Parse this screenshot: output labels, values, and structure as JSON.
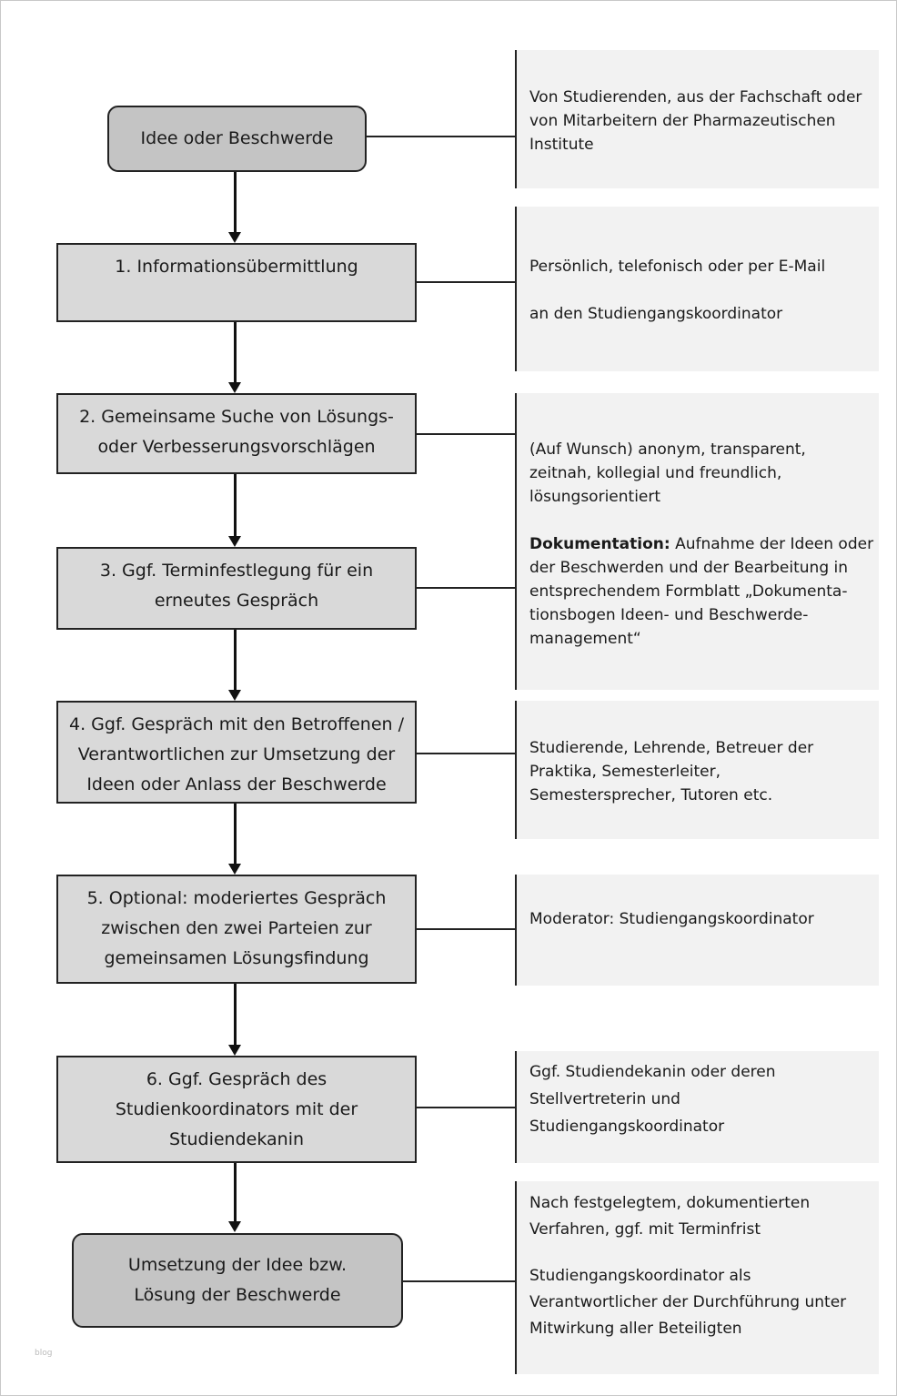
{
  "steps": {
    "start": [
      "Idee oder Beschwerde"
    ],
    "s1": [
      "1. Informationsübermittlung"
    ],
    "s2": [
      "2. Gemeinsame Suche von Lösungs-",
      "oder Verbesserungsvorschlägen"
    ],
    "s3": [
      "3. Ggf. Terminfestlegung für ein",
      "erneutes Gespräch"
    ],
    "s4": [
      "4. Ggf. Gespräch mit den Betroffenen /",
      "Verantwortlichen zur Umsetzung der",
      "Ideen oder Anlass der Beschwerde"
    ],
    "s5": [
      "5. Optional: moderiertes Gespräch",
      "zwischen den zwei Parteien zur",
      "gemeinsamen Lösungsfindung"
    ],
    "s6": [
      "6. Ggf. Gespräch des",
      "Studienkoordinators mit der",
      "Studiendekanin"
    ],
    "end": [
      "Umsetzung der Idee bzw.",
      "Lösung der Beschwerde"
    ]
  },
  "notes": {
    "n0": [
      "Von Studierenden, aus der Fachschaft oder",
      "von Mitarbeitern der Pharmazeutischen",
      "Institute"
    ],
    "n1": [
      "Persönlich, telefonisch oder per E-Mail",
      "an den Studiengangskoordinator"
    ],
    "n2a": [
      "(Auf Wunsch) anonym, transparent,",
      "zeitnah, kollegial und freundlich,",
      "lösungsorientiert"
    ],
    "n2_doc_label": "Dokumentation:",
    "n2_doc_first": " Aufnahme der Ideen oder",
    "n2b": [
      "der Beschwerden und der Bearbeitung in",
      "entsprechendem Formblatt „Dokumenta-",
      "tionsbogen Ideen- und Beschwerde-",
      "management“"
    ],
    "n4": [
      "Studierende, Lehrende, Betreuer der",
      "Praktika, Semesterleiter,",
      "Semestersprecher, Tutoren etc."
    ],
    "n5": [
      "Moderator: Studiengangskoordinator"
    ],
    "n6": [
      "Ggf. Studiendekanin oder deren",
      "Stellvertreterin und",
      "Studiengangskoordinator"
    ],
    "n7a": [
      "Nach festgelegtem, dokumentierten",
      "Verfahren, ggf. mit Terminfrist"
    ],
    "n7b": [
      "Studiengangskoordinator als",
      "Verantwortlicher der Durchführung unter",
      "Mitwirkung aller Beteiligten"
    ]
  },
  "watermark": "blog"
}
